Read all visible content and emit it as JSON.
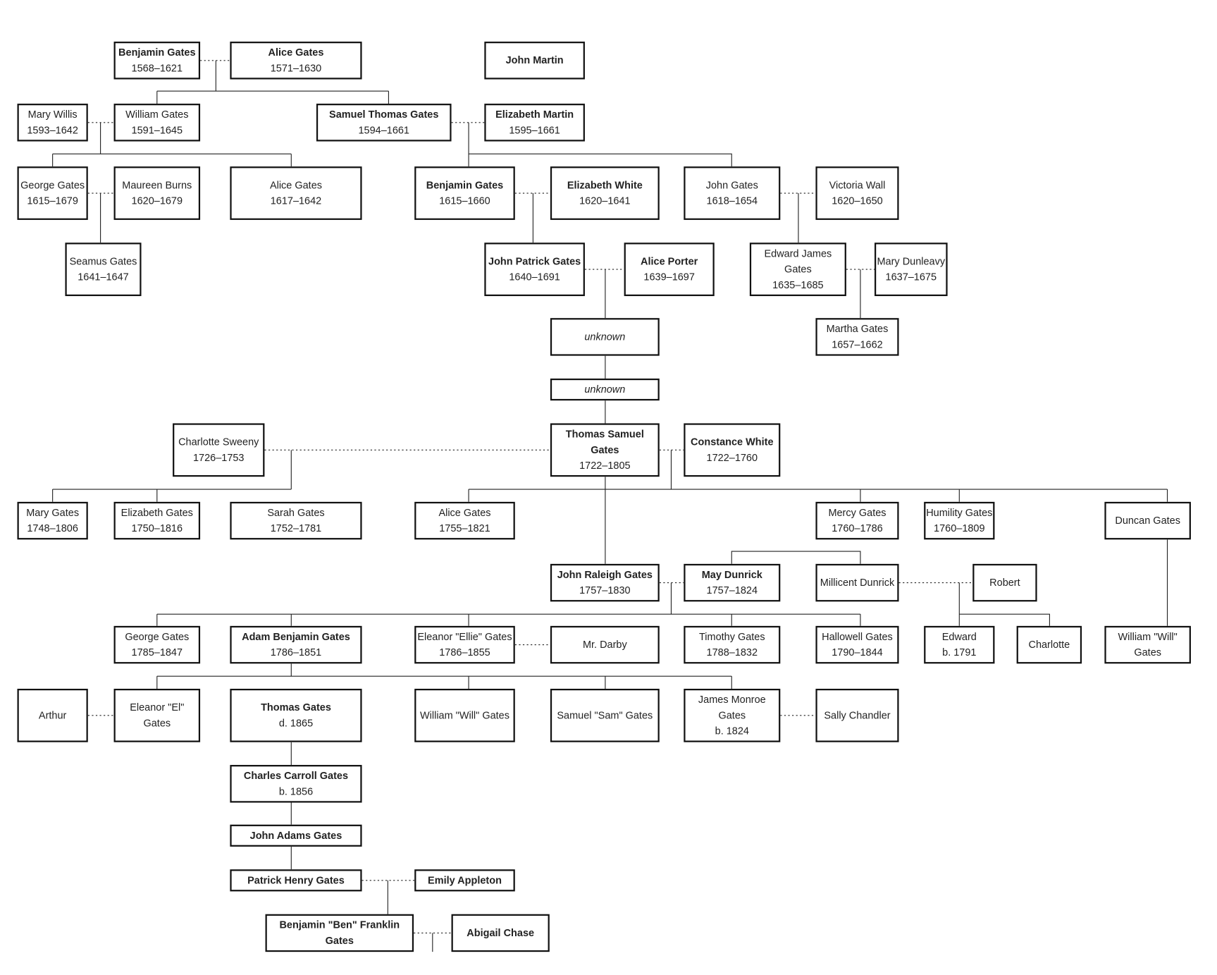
{
  "people": [
    {
      "name": "Benjamin Gates",
      "dates": "1568–1621",
      "bold": true
    },
    {
      "name": "Alice Gates",
      "dates": "1571–1630",
      "bold": true
    },
    {
      "name": "John Martin",
      "dates": "",
      "bold": true
    },
    {
      "name": "Mary Willis",
      "dates": "1593–1642"
    },
    {
      "name": "William Gates",
      "dates": "1591–1645"
    },
    {
      "name": "Samuel Thomas Gates",
      "dates": "1594–1661",
      "bold": true
    },
    {
      "name": "Elizabeth Martin",
      "dates": "1595–1661",
      "bold": true
    },
    {
      "name": "George Gates",
      "dates": "1615–1679"
    },
    {
      "name": "Maureen Burns",
      "dates": "1620–1679"
    },
    {
      "name": "Alice Gates",
      "dates": "1617–1642"
    },
    {
      "name": "Benjamin Gates",
      "dates": "1615–1660",
      "bold": true
    },
    {
      "name": "Elizabeth White",
      "dates": "1620–1641",
      "bold": true
    },
    {
      "name": "John Gates",
      "dates": "1618–1654"
    },
    {
      "name": "Victoria Wall",
      "dates": "1620–1650"
    },
    {
      "name": "Seamus Gates",
      "dates": "1641–1647"
    },
    {
      "name": "John Patrick Gates",
      "dates": "1640–1691",
      "bold": true
    },
    {
      "name": "Alice Porter",
      "dates": "1639–1697",
      "bold": true
    },
    {
      "name": "Edward James Gates",
      "dates": "1635–1685"
    },
    {
      "name": "Mary Dunleavy",
      "dates": "1637–1675"
    },
    {
      "name": "unknown",
      "dates": "",
      "italic": true
    },
    {
      "name": "Martha Gates",
      "dates": "1657–1662"
    },
    {
      "name": "unknown",
      "dates": "",
      "italic": true
    },
    {
      "name": "Charlotte Sweeny",
      "dates": "1726–1753"
    },
    {
      "name": "Thomas Samuel Gates",
      "dates": "1722–1805",
      "bold": true
    },
    {
      "name": "Constance White",
      "dates": "1722–1760",
      "bold": true
    },
    {
      "name": "Mary Gates",
      "dates": "1748–1806"
    },
    {
      "name": "Elizabeth Gates",
      "dates": "1750–1816"
    },
    {
      "name": "Sarah Gates",
      "dates": "1752–1781"
    },
    {
      "name": "Alice Gates",
      "dates": "1755–1821"
    },
    {
      "name": "Mercy Gates",
      "dates": "1760–1786"
    },
    {
      "name": "Humility Gates",
      "dates": "1760–1809"
    },
    {
      "name": "Duncan Gates",
      "dates": ""
    },
    {
      "name": "John Raleigh Gates",
      "dates": "1757–1830",
      "bold": true
    },
    {
      "name": "May Dunrick",
      "dates": "1757–1824",
      "bold": true
    },
    {
      "name": "Millicent Dunrick",
      "dates": ""
    },
    {
      "name": "Robert",
      "dates": ""
    },
    {
      "name": "George Gates",
      "dates": "1785–1847"
    },
    {
      "name": "Adam Benjamin Gates",
      "dates": "1786–1851",
      "bold": true
    },
    {
      "name": "Eleanor \"Ellie\" Gates",
      "dates": "1786–1855"
    },
    {
      "name": "Mr. Darby",
      "dates": ""
    },
    {
      "name": "Timothy Gates",
      "dates": "1788–1832"
    },
    {
      "name": "Hallowell Gates",
      "dates": "1790–1844"
    },
    {
      "name": "Edward",
      "dates": "b. 1791"
    },
    {
      "name": "Charlotte",
      "dates": ""
    },
    {
      "name": "William \"Will\" Gates",
      "dates": ""
    },
    {
      "name": "Arthur",
      "dates": ""
    },
    {
      "name": "Eleanor \"El\" Gates",
      "dates": ""
    },
    {
      "name": "Thomas Gates",
      "dates": "d. 1865",
      "bold": true
    },
    {
      "name": "William \"Will\" Gates",
      "dates": ""
    },
    {
      "name": "Samuel \"Sam\" Gates",
      "dates": ""
    },
    {
      "name": "James Monroe Gates",
      "dates": "b. 1824"
    },
    {
      "name": "Sally Chandler",
      "dates": ""
    },
    {
      "name": "Charles Carroll Gates",
      "dates": "b. 1856",
      "bold": true
    },
    {
      "name": "John Adams Gates",
      "dates": "",
      "bold": true
    },
    {
      "name": "Patrick Henry Gates",
      "dates": "",
      "bold": true
    },
    {
      "name": "Emily Appleton",
      "dates": "",
      "bold": true
    },
    {
      "name": "Benjamin \"Ben\" Franklin Gates",
      "dates": "",
      "bold": true
    },
    {
      "name": "Abigail Chase",
      "dates": "",
      "bold": true
    }
  ]
}
